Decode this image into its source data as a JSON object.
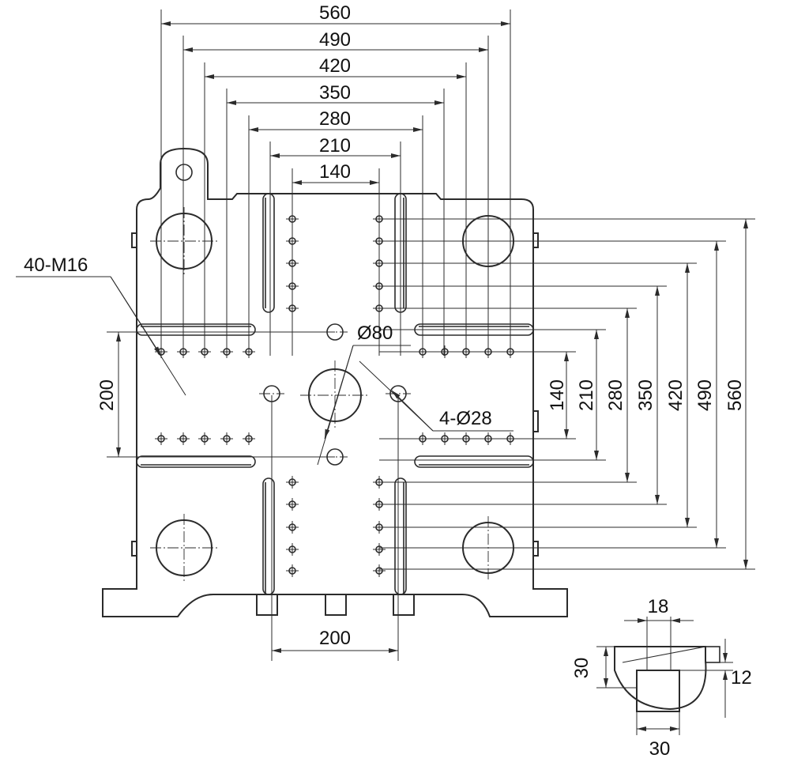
{
  "dimensions": {
    "top": [
      "560",
      "490",
      "420",
      "350",
      "280",
      "210",
      "140"
    ],
    "right": [
      "140",
      "210",
      "280",
      "350",
      "420",
      "490",
      "560"
    ],
    "left_200": "200",
    "bottom_200": "200"
  },
  "callouts": {
    "tapped_holes": "40-M16",
    "center_hole": "Ø80",
    "mount_holes": "4-Ø28"
  },
  "slot_detail": {
    "width_top": "18",
    "width_bottom": "30",
    "height_total": "30",
    "height_step": "12"
  },
  "colors": {
    "line": "#2b2b2b",
    "text": "#111111",
    "background": "#ffffff"
  }
}
